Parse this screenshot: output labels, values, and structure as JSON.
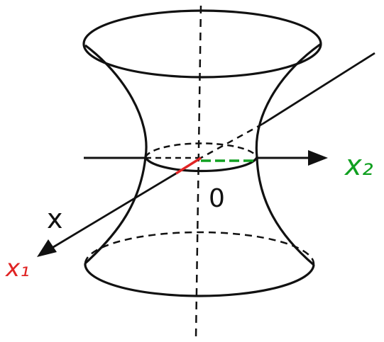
{
  "labels": {
    "axis_x2": "x₂",
    "axis_x": "x",
    "axis_x1": "x₁",
    "origin": "0"
  },
  "colors": {
    "ink": "#111111",
    "x1_accent": "#e02424",
    "x2_accent": "#10a020"
  }
}
